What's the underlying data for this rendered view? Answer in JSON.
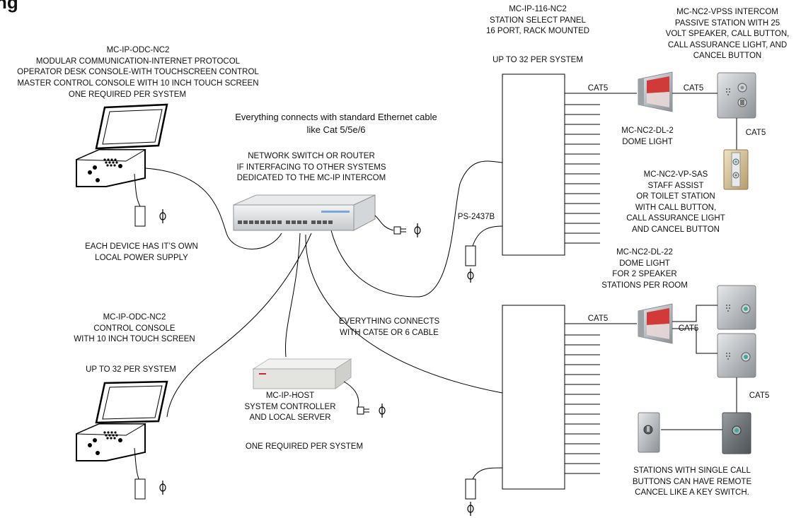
{
  "title_fragment": "ng",
  "labels": {
    "odc_top": [
      "MC-IP-ODC-NC2",
      "MODULAR COMMUNICATION-INTERNET PROTOCOL",
      "OPERATOR DESK CONSOLE-WITH TOUCHSCREEN CONTROL",
      "MASTER CONTROL CONSOLE WITH 10 INCH TOUCH SCREEN"
    ],
    "one_required_top": "ONE REQUIRED PER SYSTEM",
    "each_device": [
      "EACH DEVICE HAS IT’S OWN",
      "LOCAL POWER SUPPLY"
    ],
    "everything_ethernet": [
      "Everything connects with standard Ethernet cable",
      "like Cat 5/5e/6"
    ],
    "network_switch": [
      "NETWORK SWITCH OR ROUTER",
      "IF INTERFACING TO OTHER SYSTEMS",
      "DEDICATED TO THE MC-IP INTERCOM"
    ],
    "station_panel": [
      "MC-IP-116-NC2",
      "STATION SELECT PANEL",
      "16 PORT, RACK MOUNTED"
    ],
    "up_to_32_top": "UP TO 32 PER SYSTEM",
    "vpss": [
      "MC-NC2-VPSS INTERCOM",
      "PASSIVE STATION WITH 25",
      "VOLT SPEAKER, CALL BUTTON,",
      "CALL ASSURANCE LIGHT,  AND",
      "CANCEL BUTTON"
    ],
    "dome_light_2": [
      "MC-NC2-DL-2",
      "DOME LIGHT"
    ],
    "vp_sas": [
      "MC-NC2-VP-SAS",
      "STAFF ASSIST",
      "OR TOILET STATION",
      "WITH CALL BUTTON,",
      "CALL ASSURANCE LIGHT",
      "AND CANCEL BUTTON"
    ],
    "ps": "PS-2437B",
    "dome_light_22": [
      "MC-NC2-DL-22",
      "DOME LIGHT",
      "FOR 2 SPEAKER",
      "STATIONS PER ROOM"
    ],
    "odc_bottom": [
      "MC-IP-ODC-NC2",
      "CONTROL CONSOLE",
      "WITH 10 INCH TOUCH SCREEN"
    ],
    "up_to_32_bottom": "UP TO 32 PER SYSTEM",
    "everything_cat5e": [
      "EVERYTHING CONNECTS",
      "WITH CAT5E OR 6 CABLE"
    ],
    "host": [
      "MC-IP-HOST",
      "SYSTEM CONTROLLER",
      "AND LOCAL SERVER"
    ],
    "one_required_bottom": "ONE REQUIRED PER SYSTEM",
    "single_call": [
      "STATIONS WITH SINGLE CALL",
      "BUTTONS CAN HAVE REMOTE",
      "CANCEL LIKE A KEY SWITCH."
    ]
  },
  "cables": {
    "cat5_top_1": "CAT5",
    "cat5_top_2": "CAT5",
    "cat5_top_3": "CAT5",
    "cat5_bottom_1": "CAT5",
    "cat5_bottom_2": "CAT5",
    "cat5_bottom_3": "CAT5"
  },
  "symbols": {
    "ground": "ɸ"
  },
  "colors": {
    "dome_red": "#d23a3a",
    "led_green": "#3fa89a",
    "device_grey": "#b9bcbf"
  }
}
